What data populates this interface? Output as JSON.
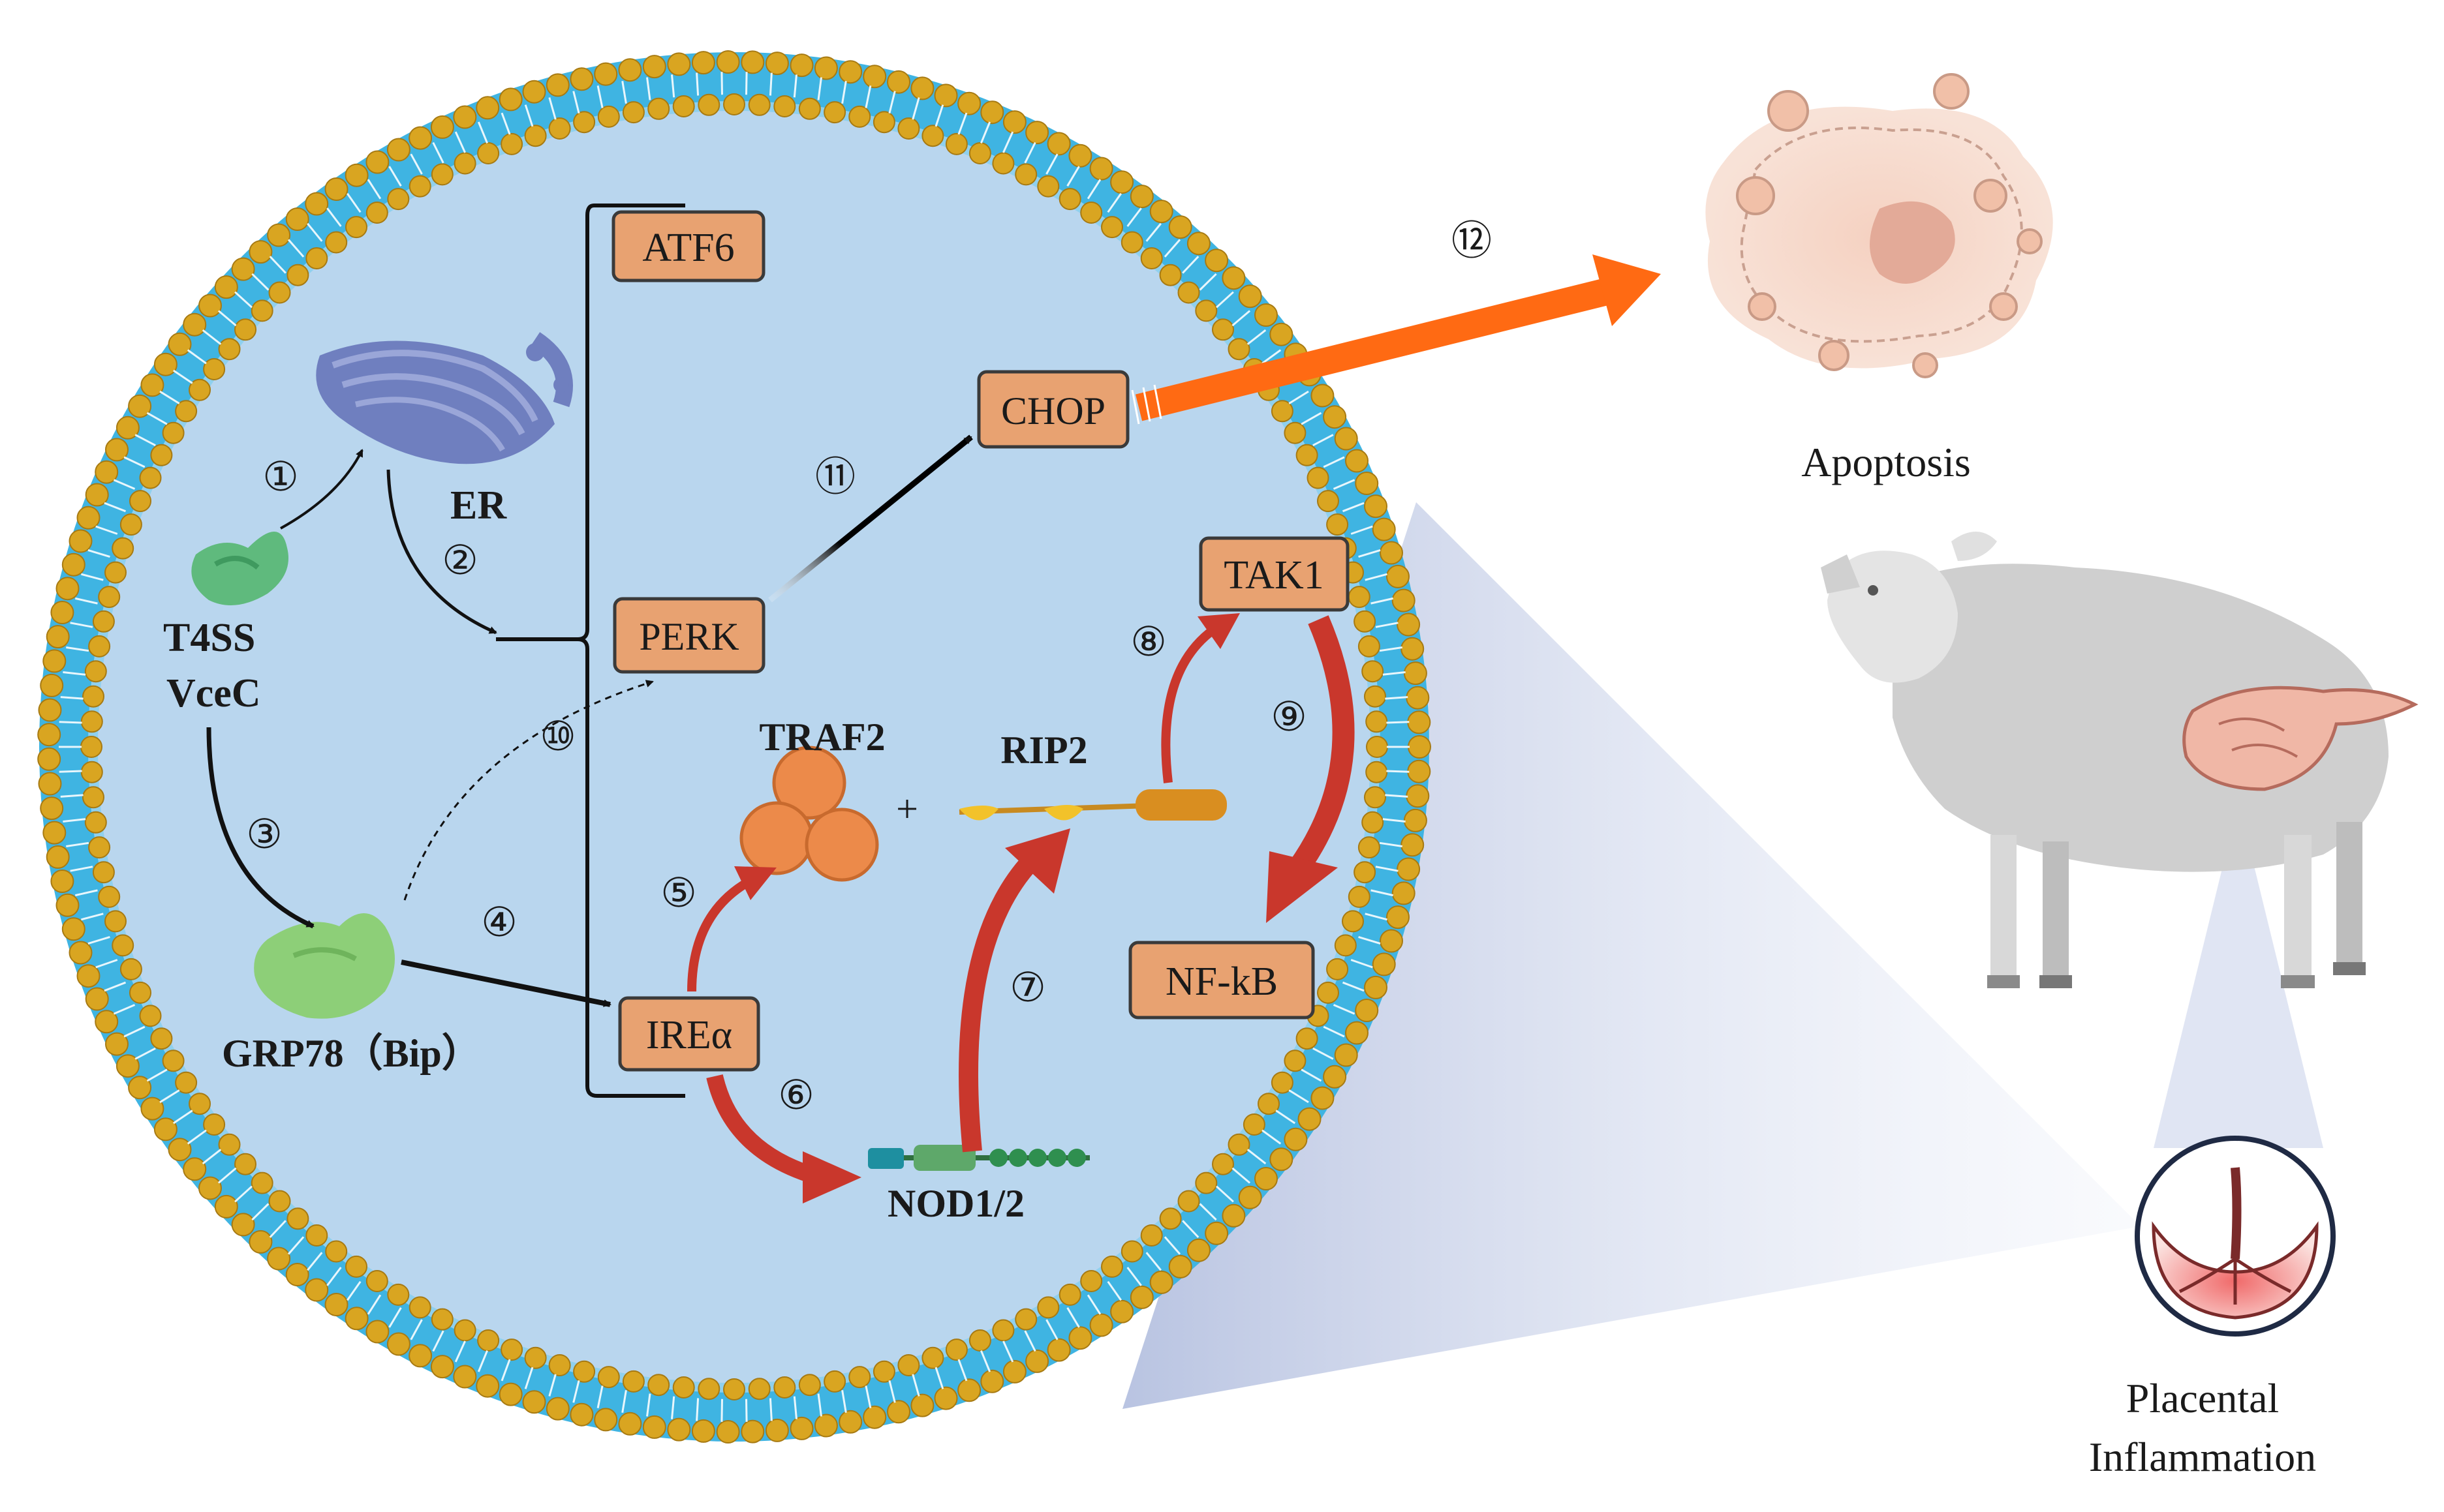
{
  "labels": {
    "er": "ER",
    "t4ss": "T4SS",
    "vcec": "VceC",
    "grp78": "GRP78（Bip）",
    "traf2": "TRAF2",
    "rip2": "RIP2",
    "nod": "NOD1/2",
    "plus": "+",
    "apoptosis": "Apoptosis",
    "placental_line1": "Placental",
    "placental_line2": "Inflammation"
  },
  "boxes": {
    "atf6": "ATF6",
    "chop": "CHOP",
    "perk": "PERK",
    "tak1": "TAK1",
    "irea": "IREα",
    "nfkb": "NF-kB"
  },
  "steps": {
    "s1": "①",
    "s2": "②",
    "s3": "③",
    "s4": "④",
    "s5": "⑤",
    "s6": "⑥",
    "s7": "⑦",
    "s8": "⑧",
    "s9": "⑨",
    "s10": "⑩",
    "s11": "⑪",
    "s12": "⑫"
  },
  "colors": {
    "cytoplasm": "#b9d6ee",
    "membrane_blue": "#3fb4e2",
    "lipid_head": "#d9a521",
    "box_fill": "#e8a271",
    "box_stroke": "#3a3a3a",
    "red_arrow": "#c9372c",
    "orange_arrow": "#ff6a13",
    "er_blue": "#6f7fbf",
    "traf2_orange": "#ec8a4a",
    "grp78_green": "#8dcf78",
    "t4ss_green": "#5fba7d",
    "sheep_gray": "#c8c8c8"
  }
}
